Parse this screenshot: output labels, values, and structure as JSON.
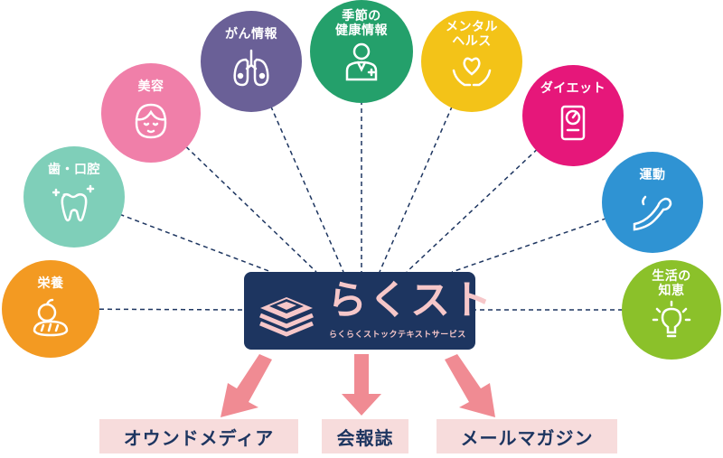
{
  "hub": {
    "name": "らくスト",
    "subtitle": "らくらくストックテキストサービス"
  },
  "categories": [
    {
      "id": "nutrition",
      "label": "栄養",
      "color": "#f39a22",
      "icon": "bread-apple-icon"
    },
    {
      "id": "dental",
      "label": "歯・口腔",
      "color": "#7fcfb9",
      "icon": "tooth-icon"
    },
    {
      "id": "beauty",
      "label": "美容",
      "color": "#f07fa9",
      "icon": "face-icon"
    },
    {
      "id": "cancer",
      "label": "がん情報",
      "color": "#6a6097",
      "icon": "lungs-icon"
    },
    {
      "id": "seasonal",
      "label": "季節の\n健康情報",
      "color": "#24a06b",
      "icon": "doctor-icon"
    },
    {
      "id": "mental",
      "label": "メンタル\nヘルス",
      "color": "#f3c318",
      "icon": "heart-hands-icon"
    },
    {
      "id": "diet",
      "label": "ダイエット",
      "color": "#e6177a",
      "icon": "scale-icon"
    },
    {
      "id": "exercise",
      "label": "運動",
      "color": "#2f93d3",
      "icon": "arm-icon"
    },
    {
      "id": "life",
      "label": "生活の\n知恵",
      "color": "#8bc12a",
      "icon": "lightbulb-icon"
    }
  ],
  "media": [
    {
      "label": "オウンドメディア"
    },
    {
      "label": "会報誌"
    },
    {
      "label": "メールマガジン"
    }
  ]
}
